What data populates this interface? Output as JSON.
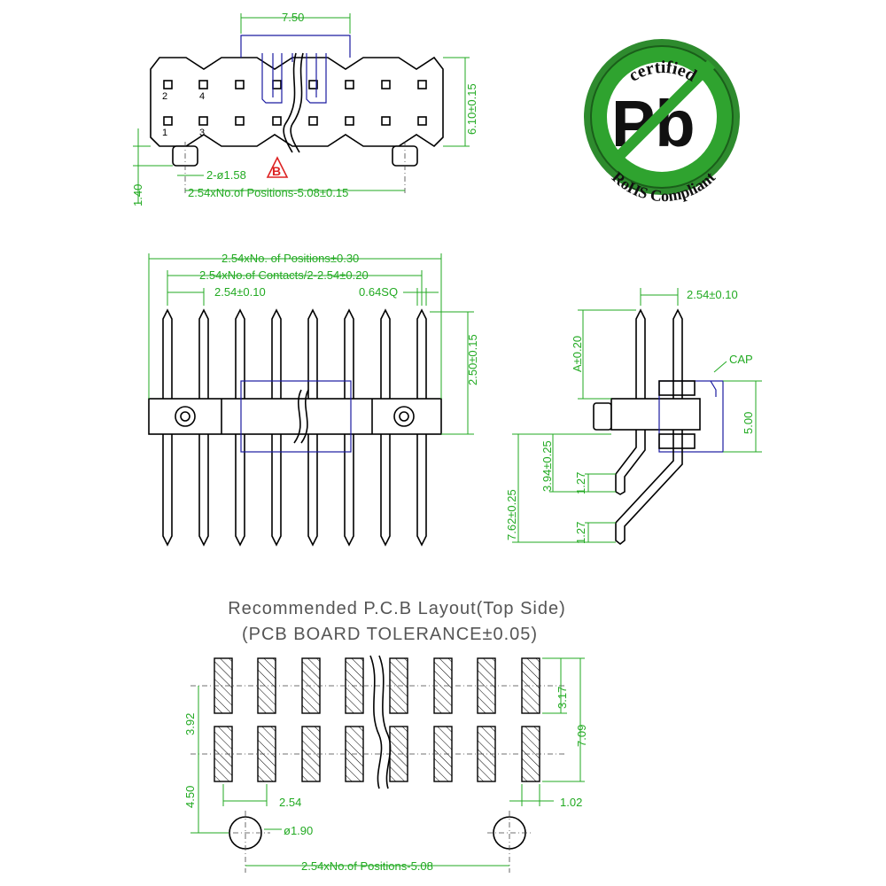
{
  "top_view": {
    "dim_width": "7.50",
    "dim_height": "6.10±0.15",
    "dim_peg_offset": "1.40",
    "dim_peg_dia": "2-ø1.58",
    "dim_span": "2.54xNo.of Positions-5.08±0.15",
    "rev_mark": "B",
    "pin_labels": [
      "2",
      "4",
      "1",
      "3"
    ]
  },
  "logo": {
    "top_text": "certified",
    "center_text": "Pb",
    "bottom_text": "RoHS Compliant",
    "colors": {
      "ring": "#2e8b2e",
      "fill": "#2fa32f",
      "text": "#111111"
    }
  },
  "front_view": {
    "dim_total": "2.54xNo. of Positions±0.30",
    "dim_contacts": "2.54xNo.of Contacts/2-2.54±0.20",
    "dim_pitch": "2.54±0.10",
    "dim_pin_sq": "0.64SQ",
    "dim_height": "2.50±0.15"
  },
  "side_view": {
    "dim_pitch": "2.54±0.10",
    "dim_a": "A±0.20",
    "cap_label": "CAP",
    "dim_cap": "5.00",
    "dim_tail1": "3.94±0.25",
    "dim_tail2": "7.62±0.25",
    "dim_bend1": "1.27",
    "dim_bend2": "1.27"
  },
  "pcb_layout": {
    "title": "Recommended P.C.B Layout(Top Side)",
    "subtitle": "(PCB BOARD TOLERANCE±0.05)",
    "dim_row_gap": "3.92",
    "dim_peg_row": "4.50",
    "dim_pitch": "2.54",
    "dim_pad_len": "3.17",
    "dim_total_len": "7.09",
    "dim_pad_w": "1.02",
    "dim_hole": "ø1.90",
    "dim_span": "2.54xNo.of Positions-5.08"
  }
}
